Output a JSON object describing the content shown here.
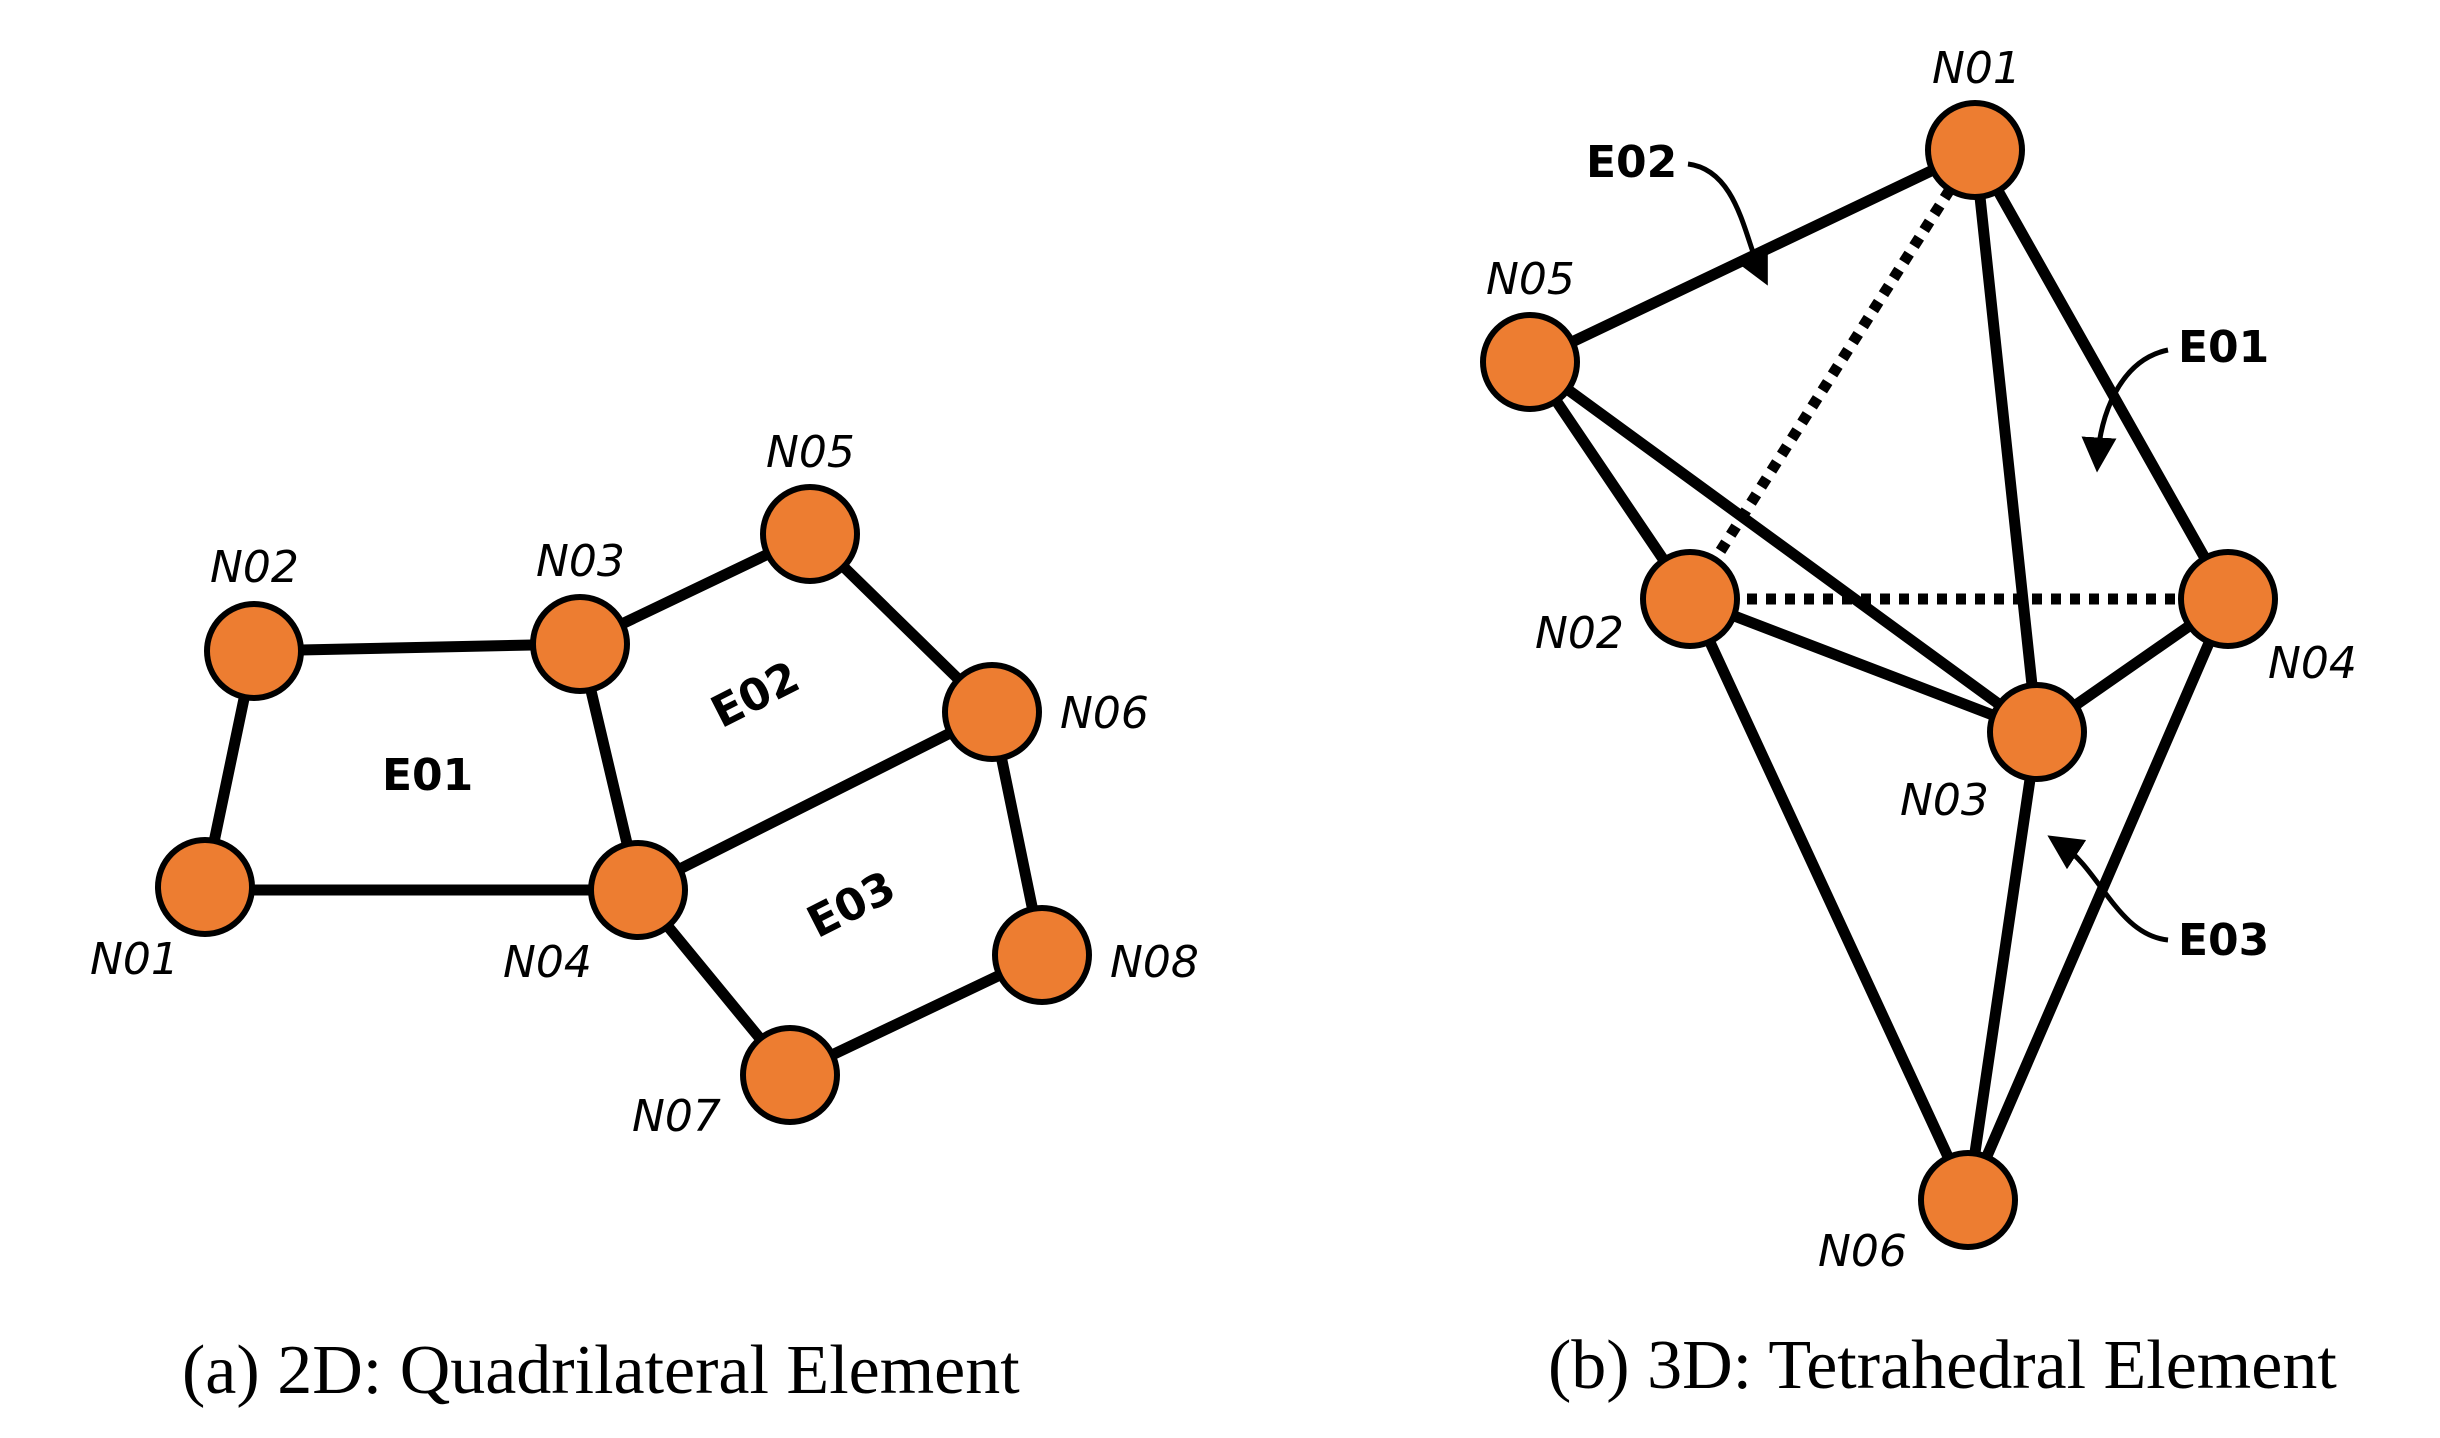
{
  "colors": {
    "node_fill": "#ED7D31",
    "line": "#000000",
    "background": "#FFFFFF"
  },
  "panel_a": {
    "caption": "(a) 2D: Quadrilateral Element",
    "nodes": [
      "N01",
      "N02",
      "N03",
      "N04",
      "N05",
      "N06",
      "N07",
      "N08"
    ],
    "elements": [
      "E01",
      "E02",
      "E03"
    ]
  },
  "panel_b": {
    "caption": "(b) 3D: Tetrahedral Element",
    "nodes": [
      "N01",
      "N02",
      "N03",
      "N04",
      "N05",
      "N06"
    ],
    "elements": [
      "E01",
      "E02",
      "E03"
    ]
  }
}
